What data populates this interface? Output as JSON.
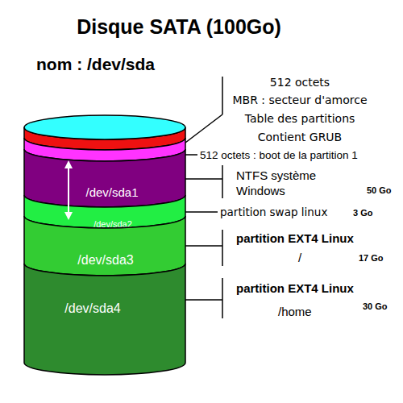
{
  "diagram": {
    "title": "Disque SATA (100Go)",
    "nodes": [
      {
        "text": [
          "/dev/sda1"
        ]
      },
      {
        "text": [
          "/dev/sda2"
        ]
      },
      {
        "text": [
          "/dev/sda3"
        ]
      },
      {
        "text": [
          "/dev/sda4"
        ]
      }
    ],
    "labels": [
      "nom : /dev/sda",
      "512 octets",
      "MBR : secteur d'amorce",
      "Table des partitions",
      "Contient GRUB",
      "512 octets : boot de la partition 1",
      "NTFS système Windows",
      "50 Go",
      "partition swap linux",
      "3 Go",
      "partition EXT4 Linux",
      "/",
      "17 Go",
      "partition EXT4 Linux",
      "/home",
      "30 Go"
    ]
  }
}
